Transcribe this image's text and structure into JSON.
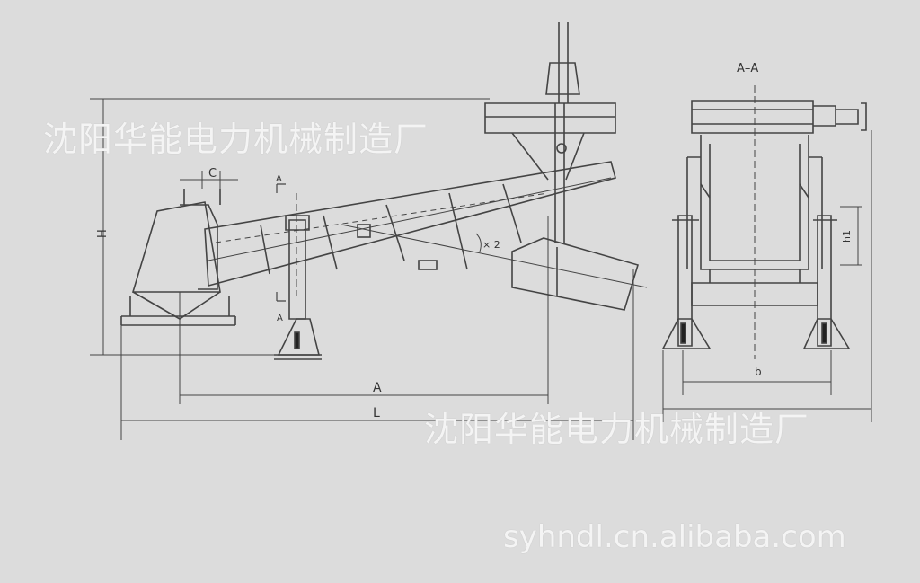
{
  "section_label": "A–A",
  "dimensions": {
    "H": "H",
    "C": "C",
    "A": "A",
    "L": "L",
    "b": "b",
    "h1": "h1",
    "angle": "× 2",
    "section_mark_top": "A",
    "section_mark_bottom": "A"
  },
  "watermarks": {
    "company": "沈阳华能电力机械制造厂",
    "url": "syhndl.cn.alibaba.com"
  },
  "colors": {
    "paper": "#dcdcdc",
    "line": "#444444"
  }
}
